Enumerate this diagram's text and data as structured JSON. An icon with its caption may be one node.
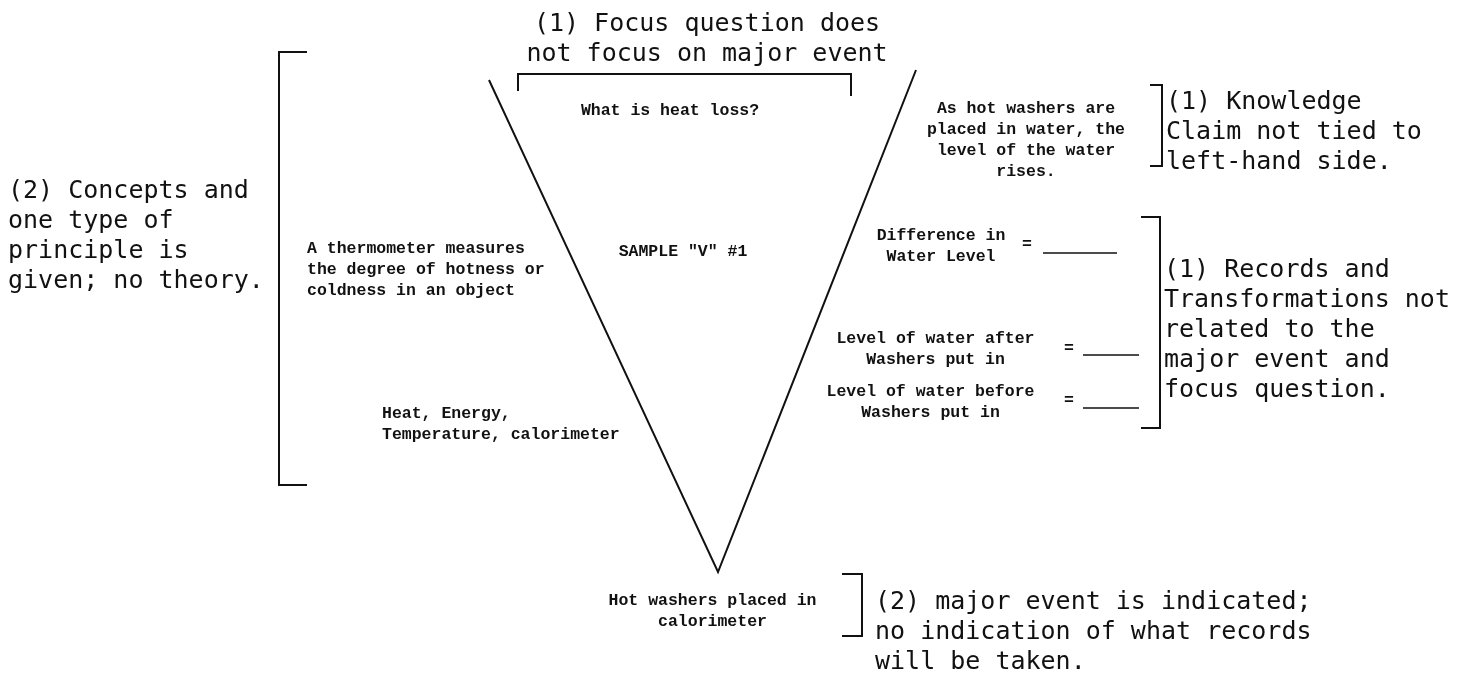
{
  "diagram": {
    "labels": [
      "(1) Focus question does not focus on major event",
      "What is heat loss?",
      "As hot washers are placed in water, the level of the water rises.",
      "(1) Knowledge Claim not tied to left-hand side.",
      "(2) Concepts and one type of principle is given; no theory.",
      "A thermometer measures the degree of hotness or coldness in an object",
      "SAMPLE \"V\" #1",
      "Difference in Water Level",
      "=",
      "(1) Records and Transformations not related to the major event and focus question.",
      "Level of water after Washers put in",
      "=",
      "Level of water before Washers put in",
      "=",
      "Heat, Energy, Temperature, calorimeter",
      "Hot washers placed in calorimeter",
      "(2) major event is indicated; no indication of what records will be taken."
    ]
  }
}
